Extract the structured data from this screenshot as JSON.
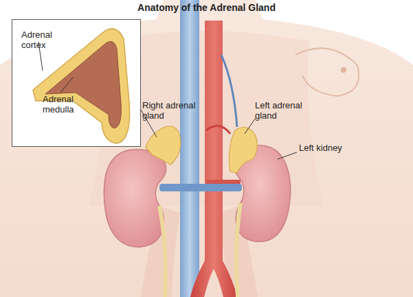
{
  "diagram": {
    "title": "Anatomy of the Adrenal Gland",
    "nodes": [
      {
        "text": [
          "Adrenal cortex",
          "Adrenal medulla"
        ]
      }
    ],
    "labels": [
      "Right adrenal gland",
      "Left adrenal gland",
      "Left kidney"
    ]
  }
}
